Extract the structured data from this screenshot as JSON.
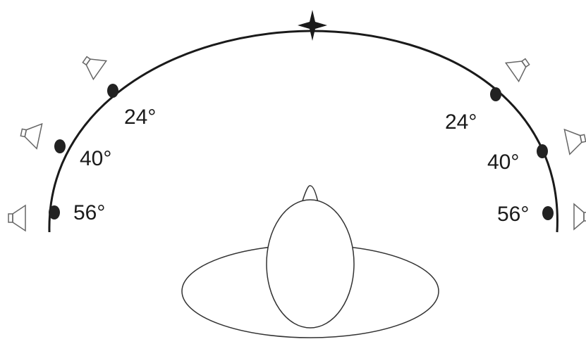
{
  "diagram": {
    "angles": {
      "left_top": "24°",
      "left_mid": "40°",
      "left_bottom": "56°",
      "right_top": "24°",
      "right_mid": "40°",
      "right_bottom": "56°"
    },
    "colors": {
      "arc": "#1a1a1a",
      "dot": "#222222",
      "outline": "#333333",
      "speaker": "#666666"
    },
    "icons": [
      "front-center-star-icon",
      "speaker-icon",
      "listener-head-icon"
    ]
  }
}
